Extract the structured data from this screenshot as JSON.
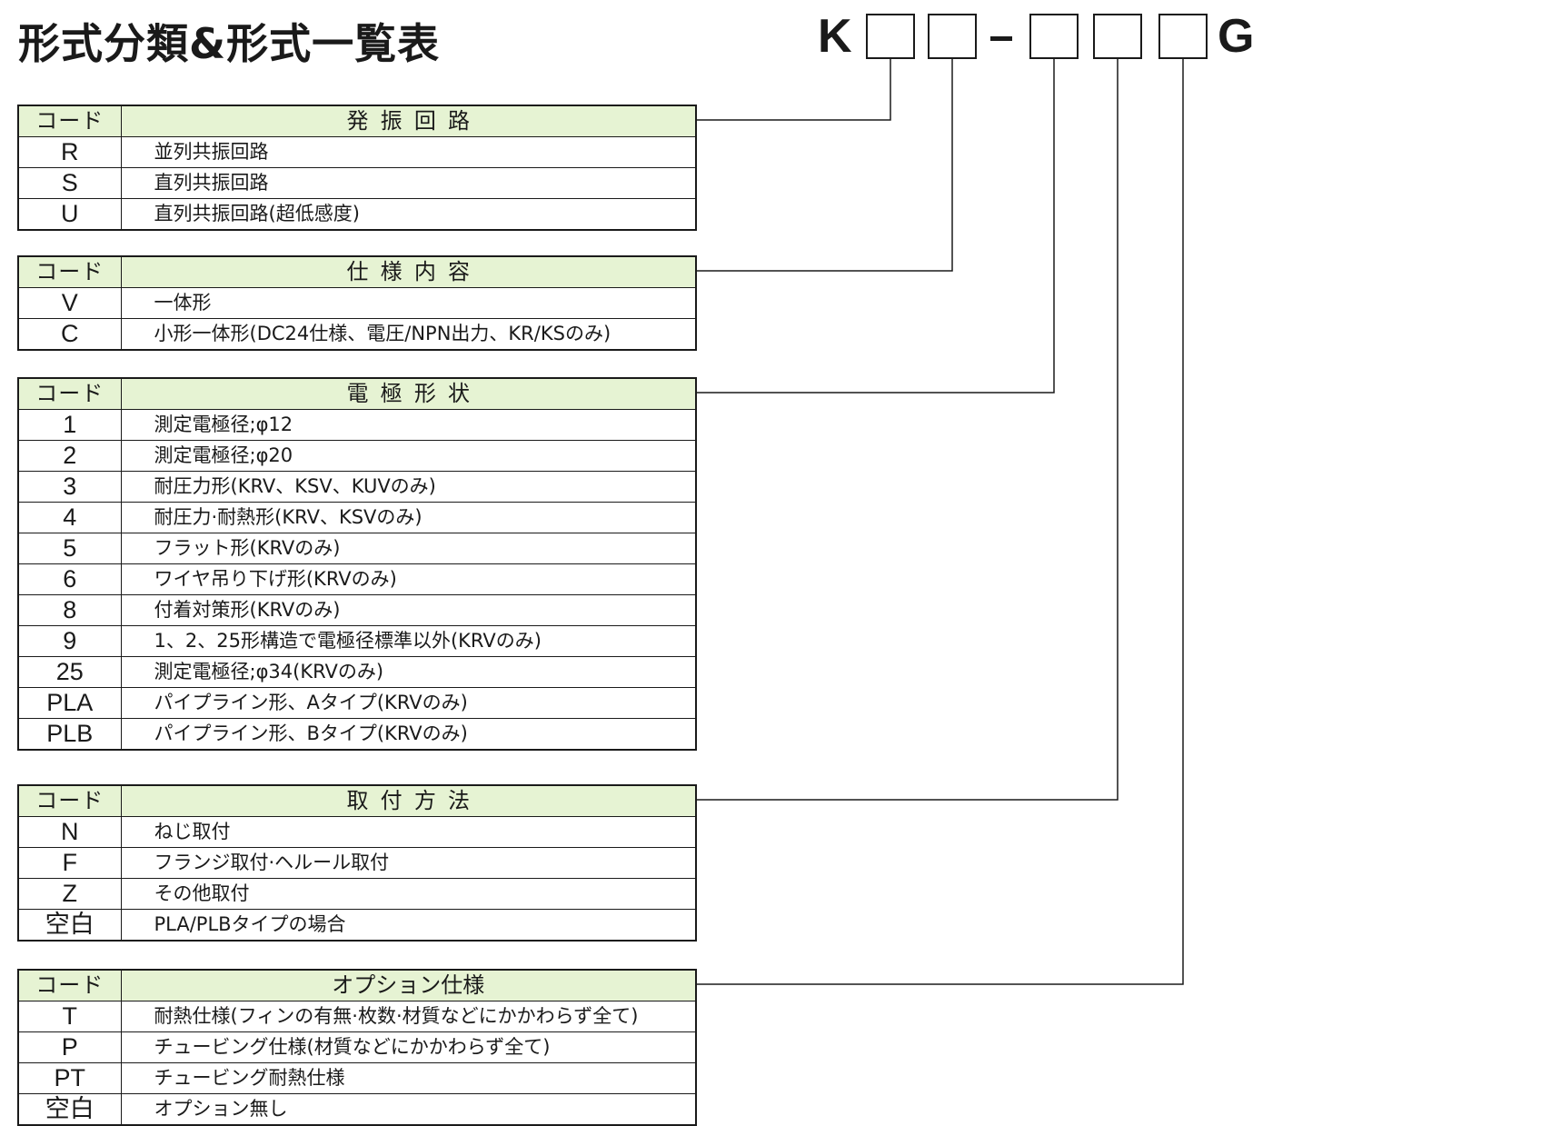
{
  "title": "形式分類&形式一覧表",
  "model_code": {
    "prefix": "K",
    "dash": "–",
    "suffix": "G"
  },
  "tables": [
    {
      "header_code": "コード",
      "header_title": "発振回路",
      "rows": [
        {
          "code": "R",
          "desc": "並列共振回路"
        },
        {
          "code": "S",
          "desc": "直列共振回路"
        },
        {
          "code": "U",
          "desc": "直列共振回路(超低感度)"
        }
      ]
    },
    {
      "header_code": "コード",
      "header_title": "仕様内容",
      "rows": [
        {
          "code": "V",
          "desc": "一体形"
        },
        {
          "code": "C",
          "desc": "小形一体形(DC24仕様、電圧/NPN出力、KR/KSのみ)"
        }
      ]
    },
    {
      "header_code": "コード",
      "header_title": "電極形状",
      "rows": [
        {
          "code": "1",
          "desc": "測定電極径;φ12"
        },
        {
          "code": "2",
          "desc": "測定電極径;φ20"
        },
        {
          "code": "3",
          "desc": "耐圧力形(KRV、KSV、KUVのみ)"
        },
        {
          "code": "4",
          "desc": "耐圧力·耐熱形(KRV、KSVのみ)"
        },
        {
          "code": "5",
          "desc": "フラット形(KRVのみ)"
        },
        {
          "code": "6",
          "desc": "ワイヤ吊り下げ形(KRVのみ)"
        },
        {
          "code": "8",
          "desc": "付着対策形(KRVのみ)"
        },
        {
          "code": "9",
          "desc": "1、2、25形構造で電極径標準以外(KRVのみ)"
        },
        {
          "code": "25",
          "desc": "測定電極径;φ34(KRVのみ)"
        },
        {
          "code": "PLA",
          "desc": "パイプライン形、Aタイプ(KRVのみ)"
        },
        {
          "code": "PLB",
          "desc": "パイプライン形、Bタイプ(KRVのみ)"
        }
      ]
    },
    {
      "header_code": "コード",
      "header_title": "取付方法",
      "rows": [
        {
          "code": "N",
          "desc": "ねじ取付"
        },
        {
          "code": "F",
          "desc": "フランジ取付·ヘルール取付"
        },
        {
          "code": "Z",
          "desc": "その他取付"
        },
        {
          "code": "空白",
          "desc": "PLA/PLBタイプの場合"
        }
      ]
    },
    {
      "header_code": "コード",
      "header_title": "オプション仕様",
      "rows": [
        {
          "code": "T",
          "desc": "耐熱仕様(フィンの有無·枚数·材質などにかかわらず全て)"
        },
        {
          "code": "P",
          "desc": "チュービング仕様(材質などにかかわらず全て)"
        },
        {
          "code": "PT",
          "desc": "チュービング耐熱仕様"
        },
        {
          "code": "空白",
          "desc": "オプション無し"
        }
      ]
    }
  ]
}
